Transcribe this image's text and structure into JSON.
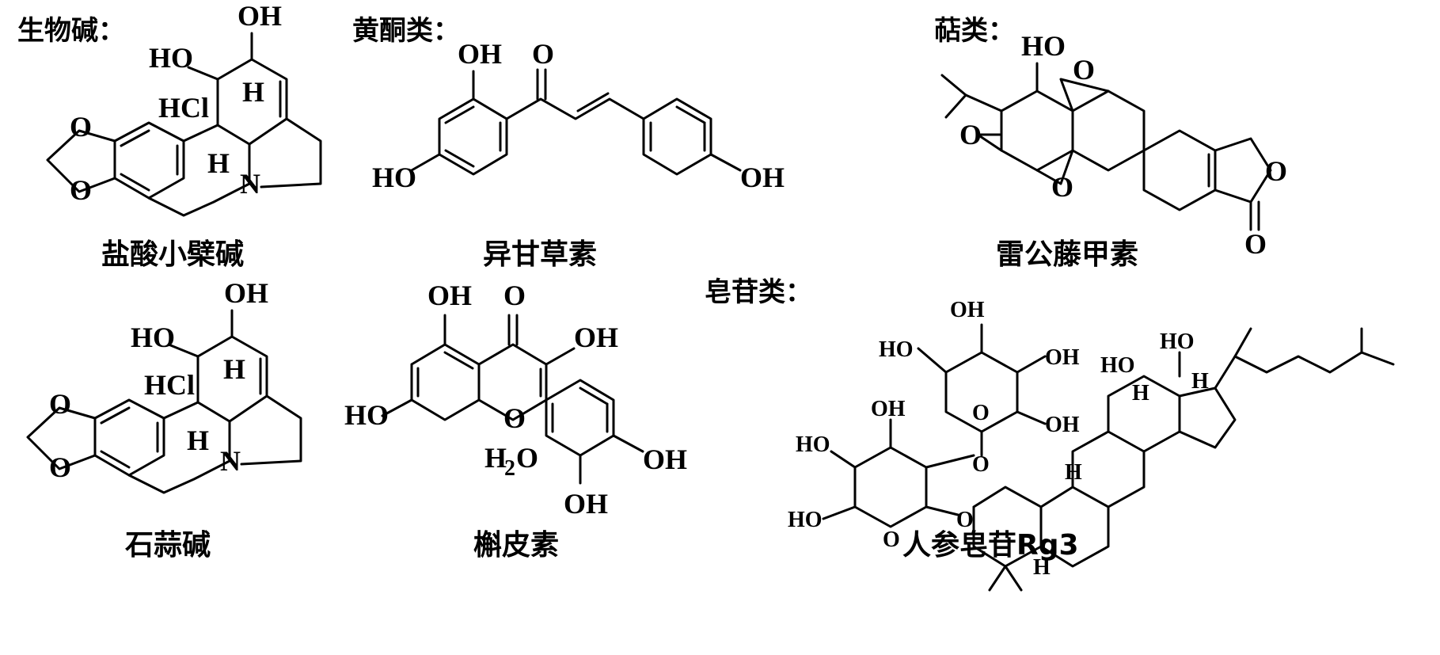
{
  "categories": {
    "alkaloids": "生物碱：",
    "flavonoids": "黄酮类：",
    "terpenoids": "萜类：",
    "saponins": "皂苷类："
  },
  "compounds": {
    "berberine_hcl": "盐酸小檗碱",
    "isoliquiritigenin": "异甘草素",
    "triptolide": "雷公藤甲素",
    "lycorine": "石蒜碱",
    "quercetin": "槲皮素",
    "ginsenoside_rg3": "人参皂苷Rg3"
  },
  "atoms": {
    "OH": "OH",
    "HO": "HO",
    "O": "O",
    "H": "H",
    "N": "N",
    "HCl": "HCl",
    "H2O_H": "H",
    "H2O_2": "2",
    "H2O_O": "O"
  }
}
